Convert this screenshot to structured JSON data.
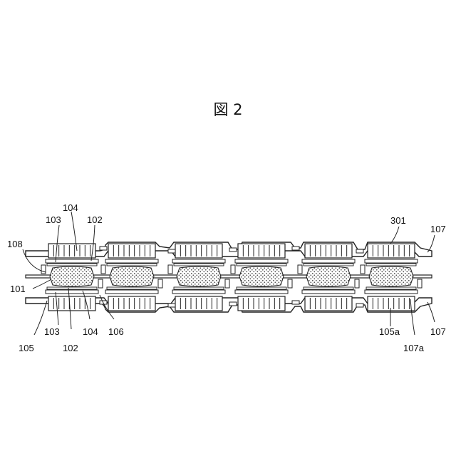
{
  "figure_title": "図 2",
  "labels": {
    "n104_top": "104",
    "n103_top": "103",
    "n102_top": "102",
    "n108": "108",
    "n301": "301",
    "n107_top": "107",
    "n101": "101",
    "n105": "105",
    "n103_bottom": "103",
    "n102_bottom": "102",
    "n104_bottom": "104",
    "n106": "106",
    "n105a": "105a",
    "n107_bottom": "107",
    "n107a": "107a"
  },
  "colors": {
    "line": "#222222",
    "background": "#ffffff"
  }
}
